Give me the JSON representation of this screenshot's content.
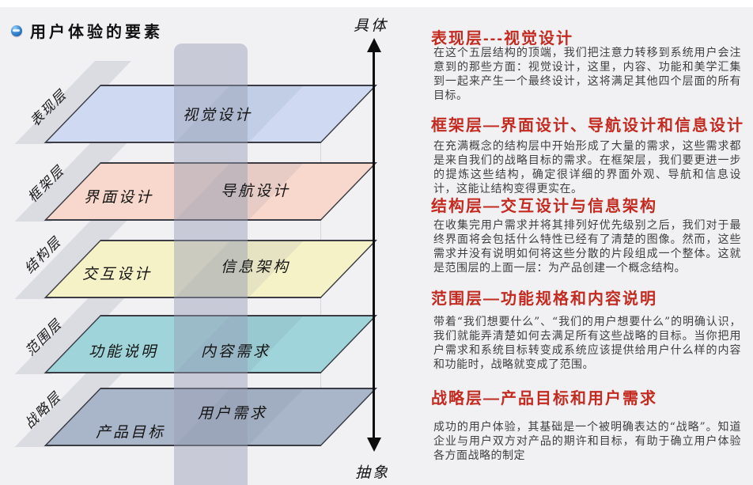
{
  "title": {
    "text": "用户体验的要素",
    "icon": "sphere-bullet-icon"
  },
  "diagram": {
    "axis_top": "具体",
    "axis_bottom": "抽象",
    "layers": [
      {
        "label": "表现层",
        "color": "#cfdaf2",
        "cells": [
          "视觉设计"
        ]
      },
      {
        "label": "框架层",
        "color": "#f8d8cc",
        "cells": [
          "界面设计",
          "导航设计"
        ]
      },
      {
        "label": "结构层",
        "color": "#f6f2c8",
        "cells": [
          "交互设计",
          "信息架构"
        ]
      },
      {
        "label": "范围层",
        "color": "#9fd4da",
        "cells": [
          "功能说明",
          "内容需求"
        ]
      },
      {
        "label": "战略层",
        "color": "#a9b5c8",
        "cells": [
          "产品目标",
          "用户需求"
        ]
      }
    ]
  },
  "sections": [
    {
      "heading": "表现层---视觉设计",
      "body": "在这个五层结构的顶端，我们把注意力转移到系统用户会注意到的那些方面：视觉设计，这里，内容、功能和美学汇集到一起来产生一个最终设计，这将满足其他四个层面的所有目标。"
    },
    {
      "heading": "框架层—界面设计、导航设计和信息设计",
      "body": "在充满概念的结构层中开始形成了大量的需求，这些需求都是来自我们的战略目标的需求。在框架层，我们要更进一步的提炼这些结构，确定很详细的界面外观、导航和信息设计，这能让结构变得更实在。"
    },
    {
      "heading": "结构层—交互设计与信息架构",
      "body": "在收集完用户需求并将其排列好优先级别之后，我们对于最终界面将会包括什么特性已经有了清楚的图像。然而，这些需求并没有说明如何将这些分散的片段组成一个整体。这就是范围层的上面一层：为产品创建一个概念结构。"
    },
    {
      "heading": "范围层—功能规格和内容说明",
      "body": "带着“我们想要什么”、“我们的用户想要什么”的明确认识，我们就能弄清楚如何去满足所有这些战略的目标。当你把用户需求和系统目标转变成系统应该提供给用户什么样的内容和功能时，战略就变成了范围。"
    },
    {
      "heading": "战略层—产品目标和用户需求",
      "body": "成功的用户体验，其基础是一个被明确表达的“战略”。知道企业与用户双方对产品的期许和目标，有助于确立用户体验各方面战略的制定"
    }
  ],
  "colors": {
    "heading_red": "#c32b20",
    "body_text": "#3f3f3f",
    "layer_border": "#3c3c44",
    "divider_band": "#969eb4",
    "background": "#f1f1f4"
  }
}
